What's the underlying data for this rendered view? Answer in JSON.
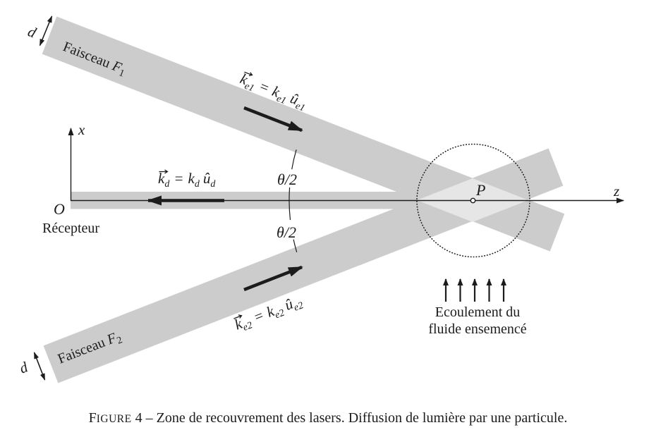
{
  "colors": {
    "beam": "#cccccc",
    "overlap": "#e6e6e6",
    "ink": "#1c1c1c",
    "background": "#ffffff"
  },
  "axes": {
    "x_label": "x",
    "z_label": "z",
    "origin_label": "O"
  },
  "receiver": {
    "label": "Récepteur"
  },
  "beams": {
    "f1": {
      "prefix": "Faisceau ",
      "symbol": "F",
      "subscript": "1"
    },
    "f2": {
      "prefix": "Faisceau ",
      "symbol": "F",
      "subscript": "2"
    },
    "width_label": "d"
  },
  "vectors": {
    "ke1": {
      "k": "k",
      "sub1": "e1",
      "eq": "=",
      "k2": "k",
      "sub2": "e1",
      "u": "û",
      "sub3": "e1"
    },
    "ke2": {
      "k": "k",
      "sub1": "e2",
      "eq": "=",
      "k2": "k",
      "sub2": "e2",
      "u": "û",
      "sub3": "e2"
    },
    "kd": {
      "k": "k",
      "sub1": "d",
      "eq": "=",
      "k2": "k",
      "sub2": "d",
      "u": "û",
      "sub3": "d"
    }
  },
  "angle": {
    "label": "θ/2"
  },
  "scatter_point": {
    "label": "P"
  },
  "flow": {
    "line1": "Ecoulement du",
    "line2": "fluide ensemencé"
  },
  "caption": {
    "lead": "F",
    "smallcaps": "IGURE",
    "rest": " 4 – Zone de recouvrement des lasers. Diffusion de lumière par une particule."
  }
}
